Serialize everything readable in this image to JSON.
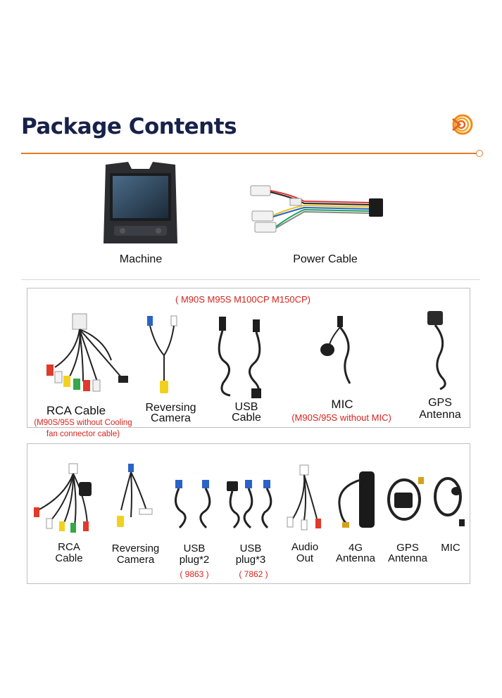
{
  "header": {
    "title": "Package Contents",
    "accent_color": "#e67a22",
    "title_color": "#17224a",
    "logo_icon": "orange-ring-logo-icon"
  },
  "top_items": [
    {
      "label": "Machine",
      "icon": "car-stereo-unit-icon"
    },
    {
      "label": "Power Cable",
      "icon": "power-harness-icon"
    }
  ],
  "box1": {
    "note": "( M90S M95S M100CP M150CP)",
    "items": [
      {
        "label_line1": "RCA Cable",
        "label_line2": "",
        "note_line1": "(M90S/95S without Cooling",
        "note_line2": "fan connector cable)",
        "icon": "rca-cable-icon"
      },
      {
        "label_line1": "Reversing",
        "label_line2": "Camera",
        "icon": "reversing-camera-cable-icon"
      },
      {
        "label_line1": "USB",
        "label_line2": "Cable",
        "icon": "usb-cable-icon"
      },
      {
        "label_line1": "MIC",
        "label_line2": "",
        "note_line1": "(M90S/95S without MIC)",
        "icon": "microphone-icon"
      },
      {
        "label_line1": "GPS",
        "label_line2": "Antenna",
        "icon": "gps-antenna-icon"
      }
    ]
  },
  "box2": {
    "items": [
      {
        "label_line1": "RCA",
        "label_line2": "Cable",
        "icon": "rca-cable-icon"
      },
      {
        "label_line1": "Reversing",
        "label_line2": "Camera",
        "icon": "reversing-camera-cable-icon"
      },
      {
        "label_line1": "USB",
        "label_line2": "plug*2",
        "note": "( 9863 )",
        "icon": "usb-plug-icon"
      },
      {
        "label_line1": "USB",
        "label_line2": "plug*3",
        "note": "( 7862 )",
        "icon": "usb-plug-icon"
      },
      {
        "label_line1": "Audio",
        "label_line2": "Out",
        "icon": "audio-out-cable-icon"
      },
      {
        "label_line1": "4G",
        "label_line2": "Antenna",
        "icon": "4g-antenna-icon"
      },
      {
        "label_line1": "GPS",
        "label_line2": "Antenna",
        "icon": "gps-antenna-icon"
      },
      {
        "label_line1": "MIC",
        "label_line2": "",
        "icon": "microphone-icon"
      }
    ]
  }
}
